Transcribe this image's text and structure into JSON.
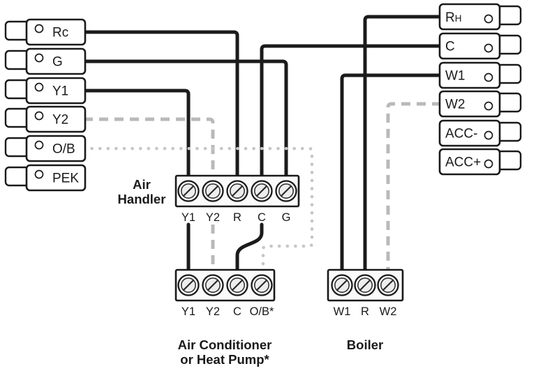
{
  "diagram": {
    "left_terminals": [
      {
        "label": "Rc"
      },
      {
        "label": "G"
      },
      {
        "label": "Y1"
      },
      {
        "label": "Y2"
      },
      {
        "label": "O/B"
      },
      {
        "label": "PEK"
      }
    ],
    "right_terminals": [
      {
        "main": "R",
        "sub": "H"
      },
      {
        "label": "C"
      },
      {
        "label": "W1"
      },
      {
        "label": "W2"
      },
      {
        "label": "ACC-"
      },
      {
        "label": "ACC+"
      }
    ],
    "air_handler": {
      "label_line1": "Air",
      "label_line2": "Handler",
      "screw_labels": [
        "Y1",
        "Y2",
        "R",
        "C",
        "G"
      ]
    },
    "air_conditioner": {
      "title_line1": "Air Conditioner",
      "title_line2": "or Heat Pump*",
      "screw_labels": [
        "Y1",
        "Y2",
        "C",
        "O/B*"
      ]
    },
    "boiler": {
      "title": "Boiler",
      "screw_labels": [
        "W1",
        "R",
        "W2"
      ]
    },
    "wire_colors": {
      "solid": "#1b1b1b",
      "dashed": "#b9b9b9",
      "dotted": "#c6c6c6"
    },
    "connections": [
      {
        "from": "Rc",
        "to": "Air Handler R",
        "style": "solid"
      },
      {
        "from": "G",
        "to": "Air Handler G",
        "style": "solid"
      },
      {
        "from": "Y1",
        "to": "Air Handler Y1",
        "style": "solid"
      },
      {
        "from": "C",
        "to": "Air Handler C",
        "style": "solid"
      },
      {
        "from": "Y2",
        "to": "Air Handler Y2",
        "style": "dashed"
      },
      {
        "from": "Air Handler Y1",
        "to": "Air Conditioner Y1",
        "style": "solid"
      },
      {
        "from": "Air Handler Y2",
        "to": "Air Conditioner Y2",
        "style": "dashed"
      },
      {
        "from": "Air Handler C",
        "to": "Air Conditioner C",
        "style": "solid"
      },
      {
        "from": "O/B",
        "to": "Air Conditioner O/B*",
        "style": "dotted"
      },
      {
        "from": "RH",
        "to": "Boiler R",
        "style": "solid"
      },
      {
        "from": "W1",
        "to": "Boiler W1",
        "style": "solid"
      },
      {
        "from": "W2",
        "to": "Boiler W2",
        "style": "dashed"
      }
    ]
  }
}
